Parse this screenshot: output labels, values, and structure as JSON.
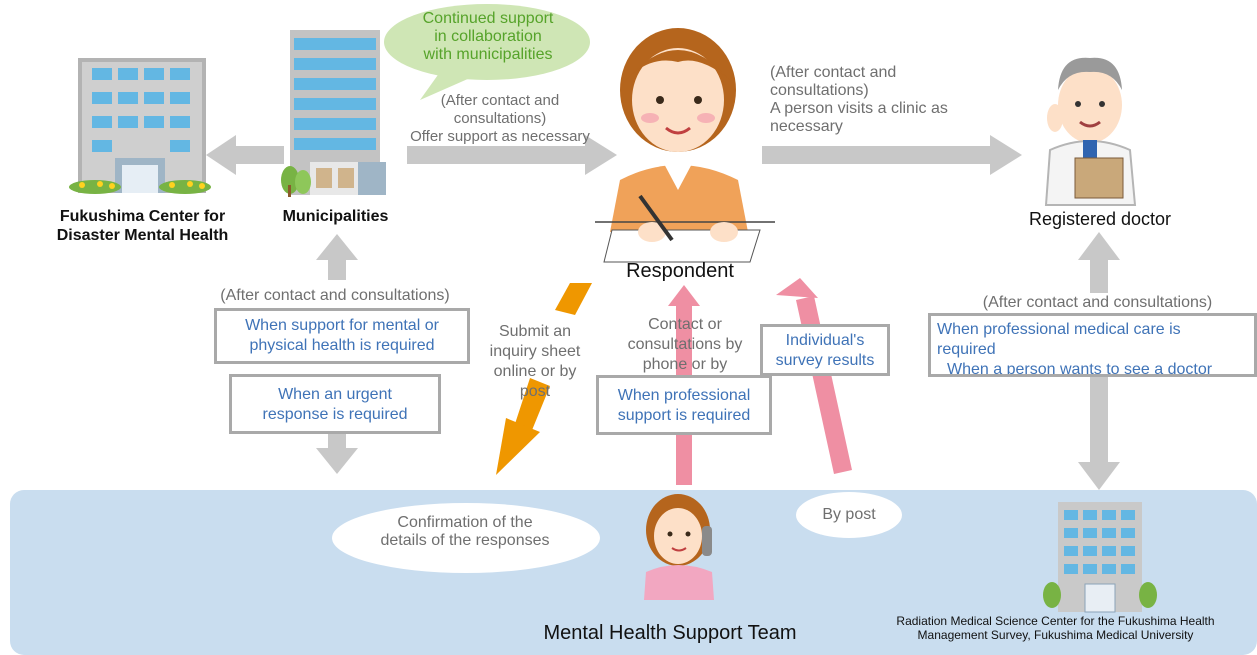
{
  "colors": {
    "gray_arrow": "#c8c8c8",
    "pink_arrow": "#ef8fa3",
    "orange_arrow": "#ef9700",
    "band": "#c9ddef",
    "bubble": "#cfe6b5",
    "blue_text": "#3f73b7"
  },
  "nodes": {
    "center": "Fukushima Center for\nDisaster Mental Health",
    "municipalities": "Municipalities",
    "respondent": "Respondent",
    "doctor": "Registered doctor",
    "team": "Mental Health Support Team",
    "radiation": "Radiation Medical Science Center for the Fukushima Health\nManagement Survey, Fukushima Medical University"
  },
  "bubbles": {
    "continued": "Continued support\nin collaboration\nwith municipalities",
    "confirmation": "Confirmation of the\ndetails of the responses",
    "by_post": "By post"
  },
  "annotations": {
    "offer": "(After contact and\nconsultations)\nOffer support as necessary",
    "visit": "(After contact and\nconsultations)\nA person visits a clinic as\nnecessary",
    "after_left": "(After contact and consultations)",
    "after_right": "(After contact and consultations)",
    "submit": "Submit an\ninquiry sheet\nonline or by\npost",
    "contact": "Contact or\nconsultations by\nphone or by\npostcard"
  },
  "boxes": {
    "mental": "When support for mental or\nphysical health is required",
    "urgent": "When an urgent\nresponse is required",
    "professional_support": "When professional\nsupport is required",
    "survey": "Individual's\nsurvey results",
    "medical_care": "When professional medical care is\nrequired",
    "see_doctor": "When a person wants to see a doctor"
  },
  "icons": [
    "building-icon",
    "office-tower-icon",
    "respondent-person-icon",
    "doctor-icon",
    "operator-icon",
    "hospital-icon"
  ]
}
